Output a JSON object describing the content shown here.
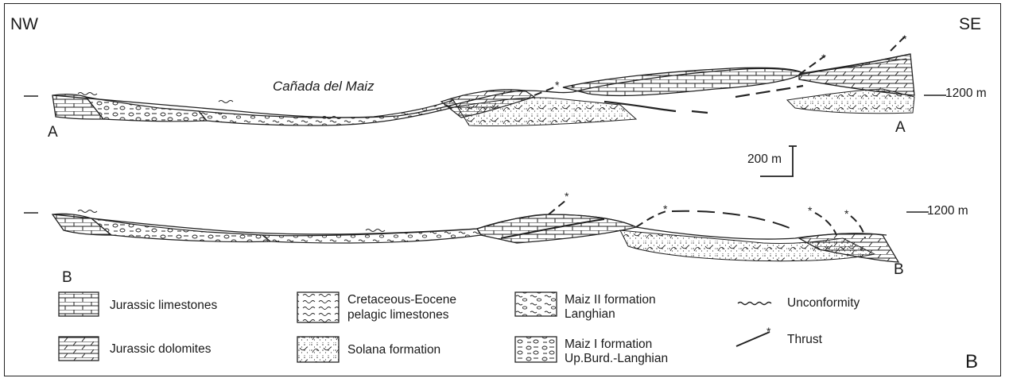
{
  "orientation": {
    "left": "NW",
    "right": "SE"
  },
  "section_a": {
    "label_left": "A",
    "label_right": "A",
    "place_name": "Cañada del Maiz",
    "elevation": "1200 m"
  },
  "section_b": {
    "label_left": "B",
    "label_right": "B",
    "elevation": "1200 m"
  },
  "scale_bar": "200 m",
  "figure_panel": "B",
  "legend": {
    "jurassic_limestones": "Jurassic limestones",
    "jurassic_dolomites": "Jurassic dolomites",
    "cretaceous_eocene_1": "Cretaceous-Eocene",
    "cretaceous_eocene_2": "pelagic limestones",
    "solana": "Solana formation",
    "maiz2_1": "Maiz II formation",
    "maiz2_2": "Langhian",
    "maiz1_1": "Maiz I formation",
    "maiz1_2": "Up.Burd.-Langhian",
    "unconformity": "Unconformity",
    "thrust": "Thrust"
  }
}
